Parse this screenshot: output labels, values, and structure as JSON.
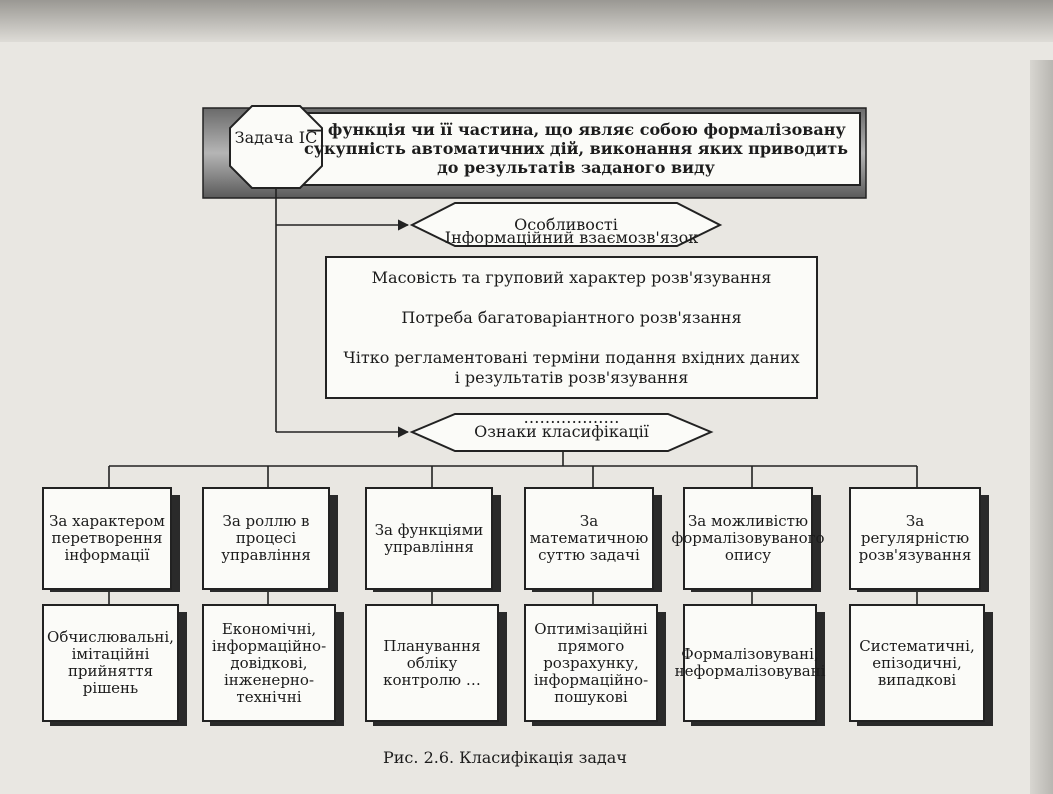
{
  "definition": {
    "term": "Задача ІС",
    "text": "— функція чи її частина, що являє собою формалізовану сукупність автоматичних дій, виконання яких приводить до результатів заданого виду"
  },
  "features": {
    "label": "Особливості",
    "items": [
      "Інформаційний взаємозв'язок",
      "Масовість та груповий характер розв'язування",
      "Потреба багатоваріантного розв'язання",
      "Чітко регламентовані терміни подання вхідних даних і результатів розв'язування",
      "………………"
    ]
  },
  "classification": {
    "label": "Ознаки класифікації",
    "criteria": [
      {
        "name": "За характером перетворення інформації",
        "values": "Обчислювальні, імітаційні прийняття рішень"
      },
      {
        "name": "За роллю в процесі управління",
        "values": "Економічні, інформаційно-довідкові, інженерно-технічні"
      },
      {
        "name": "За функціями управління",
        "values": "Планування обліку контролю …"
      },
      {
        "name": "За математичною суттю задачі",
        "values": "Оптимізаційні прямого розрахунку, інформаційно-пошукові"
      },
      {
        "name": "За можливістю формалізовуваного опису",
        "values": "Формалізовувані, неформалізовувані"
      },
      {
        "name": "За регулярністю розв'язування",
        "values": "Систематичні, епізодичні, випадкові"
      }
    ]
  },
  "caption": "Рис. 2.6. Класифікація задач"
}
